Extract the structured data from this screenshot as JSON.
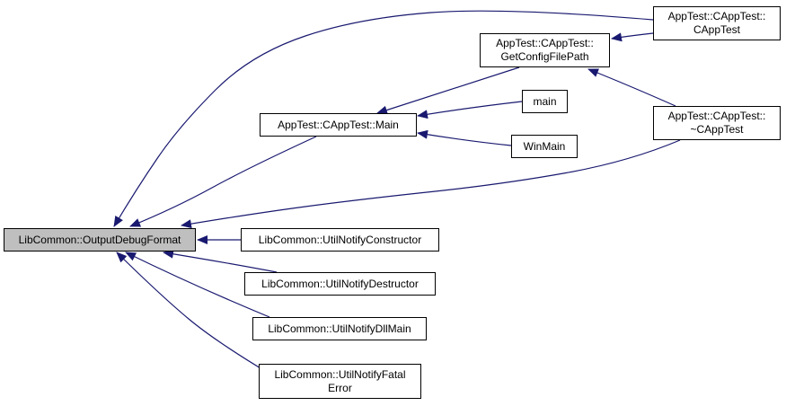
{
  "graph": {
    "edge_color": "#191970",
    "root_fill": "#bfbfbf",
    "nodes": [
      {
        "id": "root",
        "lines": [
          "LibCommon::OutputDebugFormat"
        ]
      },
      {
        "id": "main_fn",
        "lines": [
          "AppTest::CAppTest::Main"
        ]
      },
      {
        "id": "getcfg",
        "lines": [
          "AppTest::CAppTest::",
          "GetConfigFilePath"
        ]
      },
      {
        "id": "ctor",
        "lines": [
          "AppTest::CAppTest::",
          "CAppTest"
        ]
      },
      {
        "id": "dtor",
        "lines": [
          "AppTest::CAppTest::",
          "~CAppTest"
        ]
      },
      {
        "id": "main_entry",
        "lines": [
          "main"
        ]
      },
      {
        "id": "winmain",
        "lines": [
          "WinMain"
        ]
      },
      {
        "id": "notify_ctor",
        "lines": [
          "LibCommon::UtilNotifyConstructor"
        ]
      },
      {
        "id": "notify_dtor",
        "lines": [
          "LibCommon::UtilNotifyDestructor"
        ]
      },
      {
        "id": "notify_dll",
        "lines": [
          "LibCommon::UtilNotifyDllMain"
        ]
      },
      {
        "id": "notify_fatal",
        "lines": [
          "LibCommon::UtilNotifyFatal",
          "Error"
        ]
      }
    ],
    "edges": [
      {
        "from": "main_fn",
        "to": "root"
      },
      {
        "from": "ctor",
        "to": "root"
      },
      {
        "from": "dtor",
        "to": "root"
      },
      {
        "from": "notify_ctor",
        "to": "root"
      },
      {
        "from": "notify_dtor",
        "to": "root"
      },
      {
        "from": "notify_dll",
        "to": "root"
      },
      {
        "from": "notify_fatal",
        "to": "root"
      },
      {
        "from": "getcfg",
        "to": "main_fn"
      },
      {
        "from": "main_entry",
        "to": "main_fn"
      },
      {
        "from": "winmain",
        "to": "main_fn"
      },
      {
        "from": "ctor",
        "to": "getcfg"
      },
      {
        "from": "dtor",
        "to": "getcfg"
      }
    ]
  }
}
